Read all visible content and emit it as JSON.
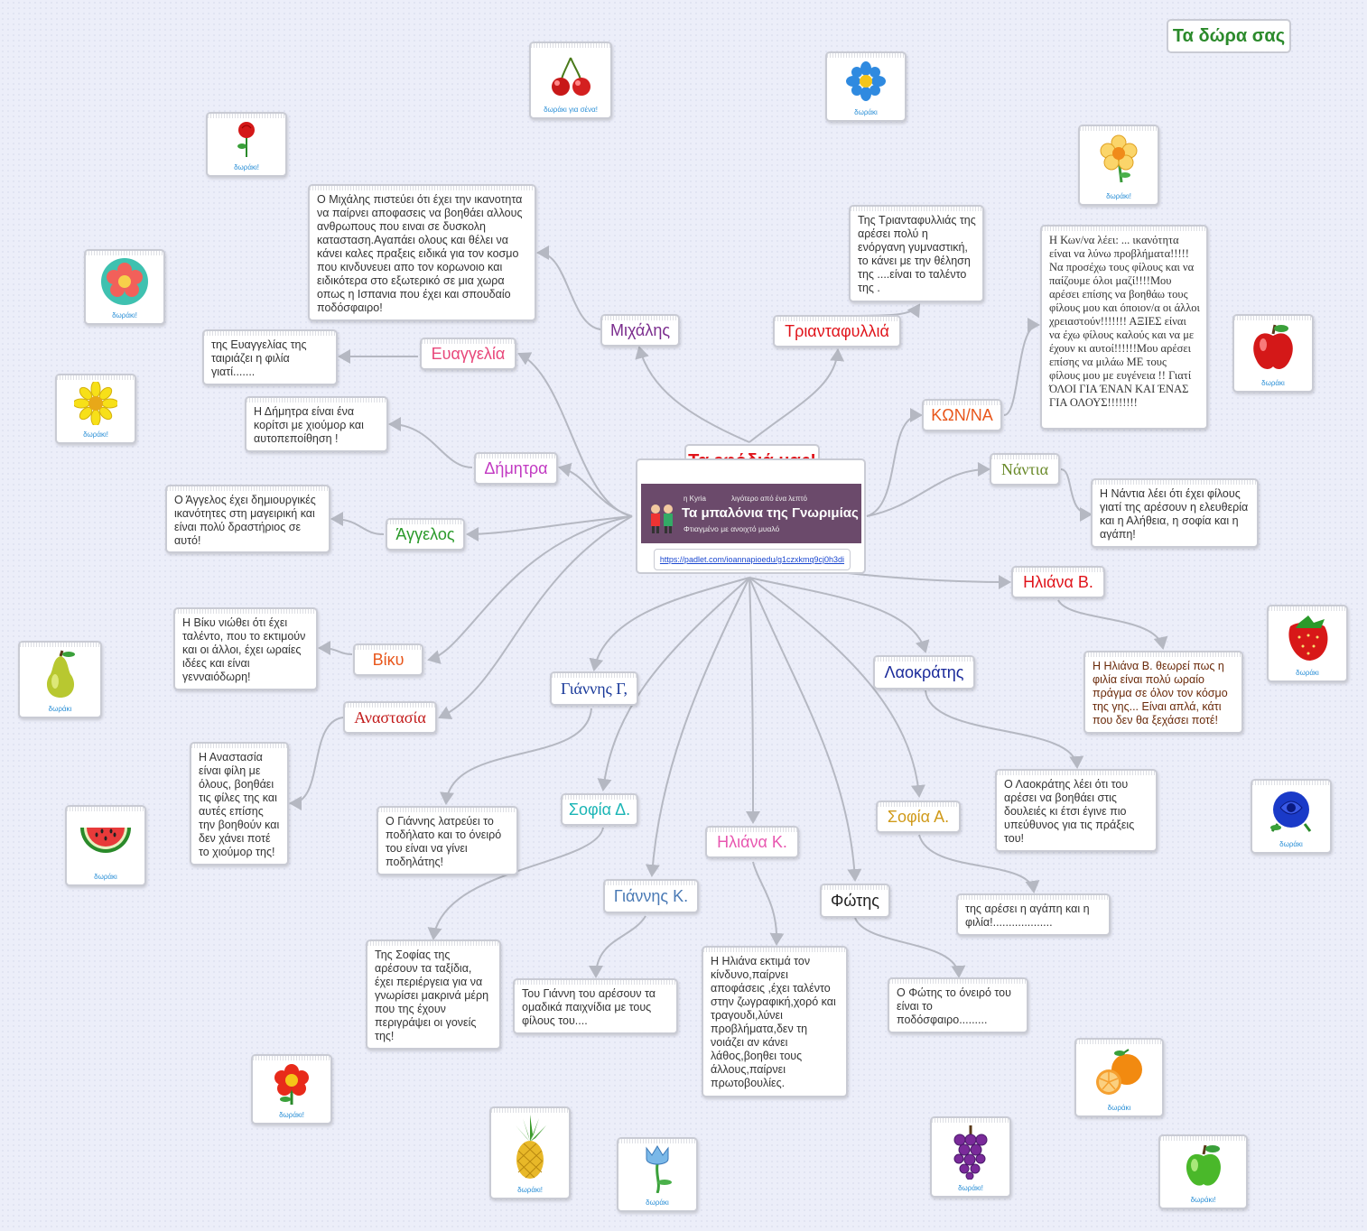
{
  "title": "Τα εφόδιά μας!",
  "gifts_title": "Τα δώρα σας",
  "colors": {
    "title": "#e0141b",
    "gifts": "#2b8a2b",
    "line": "#b5b8c2"
  },
  "center": {
    "banner_author": "η Kyria",
    "banner_time": "λιγότερο από ένα λεπτό",
    "banner_name": "Τα μπαλόνια της Γνωριμίας",
    "banner_subtitle": "Φτιαγμένο με ανοιχτό μυαλό",
    "link": "https://padlet.com/ioannapioedu/g1czxkmq9cj0h3di"
  },
  "names": {
    "michalis": "Μιχάλης",
    "triantafyllia": "Τριανταφυλλιά",
    "evangelia": "Ευαγγελία",
    "dimitra": "Δήμητρα",
    "angelos": "Άγγελος",
    "kona": "ΚΩΝ/ΝΑ",
    "nantia": "Νάντια",
    "iliana_v": "Ηλιάνα Β.",
    "viky": "Βίκυ",
    "anastasia": "Αναστασία",
    "giannis_g": "Γιάννης Γ,",
    "laokratis": "Λαοκράτης",
    "sofia_d": "Σοφία Δ.",
    "iliana_k": "Ηλιάνα Κ.",
    "sofia_a": "Σοφία Α.",
    "giannis_k": "Γιάννης Κ.",
    "fotis": "Φώτης"
  },
  "notes": {
    "michalis": "Ο Μιχάλης πιστεύει ότι έχει την ικανοτητα να παίρνει αποφασεις να βοηθάει αλλους ανθρωπους που ειναι σε δυσκολη κατασταση.Αγαπάει ολους και θέλει να κάνει καλες πραξεις ειδικά για τον  κοσμο που κινδυνευει απο τον κορωνοιο και ειδικότερα στο εξωτερικό  σε μια χωρα οπως η Ισπανια που έχει και σπουδαίο ποδόσφαιρο!",
    "triantafyllia": "Της Τριανταφυλλιάς της αρέσει πολύ η ενόργανη γυμναστική, το κάνει με την θέληση της ....είναι το ταλέντο της .",
    "evangelia": "της Ευαγγελίας της ταιριάζει η φιλία γιατί.......",
    "dimitra": "Η Δήμητρα είναι ένα κορίτσι με χιούμορ και αυτοπεποίθηση !",
    "angelos": "Ο Άγγελος έχει δημιουργικές ικανότητες στη μαγειρική και είναι πολύ δραστήριος σε αυτό!",
    "kona": "Η Κων/να λέει: ... ικανότητα είναι να λύνω προβλήματα!!!!!Να προσέχω τους φίλους και να παίζουμε όλοι μαζί!!!!Μου αρέσει επίσης να βοηθάω τους φίλους μου και όποιον/α οι άλλοι χρειαστούν!!!!!!! ΑΞΙΕΣ είναι να έχω φίλους καλούς και να με έχουν κι αυτοί!!!!!!Μου αρέσει επίσης να μιλάω ΜΕ τους φίλους μου με ευγένεια !! Γιατί ΌΛΟΙ ΓΙΑ ΈΝΑΝ ΚΑΙ ΈΝΑΣ ΓΙΑ ΟΛΟΥΣ!!!!!!!!",
    "nantia": "Η Νάντια λέει ότι έχει φίλους γιατί της αρέσουν η ελευθερία και η  Αλήθεια, η σοφία και η αγάπη!",
    "iliana_v": "Η Ηλιάνα Β.  θεωρεί πως η φιλία είναι  πολύ ωραίο πράγμα σε όλον τον κόσμο της γης... Είναι απλά, κάτι που δεν θα ξεχάσει ποτέ!",
    "viky": "Η Βίκυ νιώθει ότι έχει ταλέντο, που το εκτιμούν και οι άλλοι, έχει ωραίες ιδέες και είναι γενναιόδωρη!",
    "anastasia": "Η Αναστασία είναι φίλη με όλους, βοηθάει τις φίλες της και αυτές επίσης την βοηθούν και δεν χάνει ποτέ το χιούμορ της!",
    "giannis_g": "Ο Γιάννης λατρεύει το ποδήλατο και το όνειρό του είναι να γίνει ποδηλάτης!",
    "laokratis": "Ο Λαοκράτης λέει ότι του αρέσει να βοηθάει  στις δουλειές κι έτσι έγινε πιο υπεύθυνος για τις πράξεις του!",
    "sofia_d": "Της Σοφίας της αρέσουν τα ταξίδια, έχει περιέργεια για να γνωρίσει μακρινά μέρη που της έχουν περιγράψει οι γονείς της!",
    "iliana_k": "Η Ηλιάνα εκτιμά τον κίνδυνο,παίρνει αποφάσεις ,έχει ταλέντο στην ζωγραφική,χορό και τραγουδι,λύνει προβλήματα,δεν τη νοιάζει αν κάνει λάθος,βοηθει τους άλλους,παίρνει πρωτοβουλίες.",
    "sofia_a": "της αρέσει η αγάπη και η φιλία!...................",
    "giannis_k": "Του Γιάννη του αρέσουν τα ομαδικά παιχνίδια   με τους φίλους του....",
    "fotis": "Ο Φώτης το όνειρό του είναι το ποδόσφαιρο........."
  },
  "gifts": {
    "cherries": {
      "caption": "δωράκι για σένα!",
      "icon": "cherries-icon"
    },
    "blue_daisy": {
      "caption": "δωράκι",
      "icon": "blue-flower-icon"
    },
    "rose": {
      "caption": "δωράκι!",
      "icon": "rose-icon"
    },
    "yellow_flower": {
      "caption": "δωράκι!",
      "icon": "yellow-flower-icon"
    },
    "pink_flower": {
      "caption": "δωράκι!",
      "icon": "pink-flower-icon"
    },
    "sunflower": {
      "caption": "δωράκι!",
      "icon": "sunflower-icon"
    },
    "apple": {
      "caption": "δωράκι",
      "icon": "red-apple-icon"
    },
    "pear": {
      "caption": "δωράκι",
      "icon": "pear-icon"
    },
    "strawberry": {
      "caption": "δωράκι",
      "icon": "strawberry-icon"
    },
    "watermelon": {
      "caption": "δωράκι",
      "icon": "watermelon-icon"
    },
    "blue_rose": {
      "caption": "δωράκι",
      "icon": "blue-rose-icon"
    },
    "orange": {
      "caption": "δωράκι",
      "icon": "orange-icon"
    },
    "red_flower": {
      "caption": "δωράκι!",
      "icon": "red-flower-icon"
    },
    "pineapple": {
      "caption": "δωράκι!",
      "icon": "pineapple-icon"
    },
    "tulip": {
      "caption": "δωράκι",
      "icon": "blue-tulip-icon"
    },
    "grapes": {
      "caption": "δωράκι!",
      "icon": "grapes-icon"
    },
    "green_apple": {
      "caption": "δωράκι!",
      "icon": "green-apple-icon"
    }
  }
}
